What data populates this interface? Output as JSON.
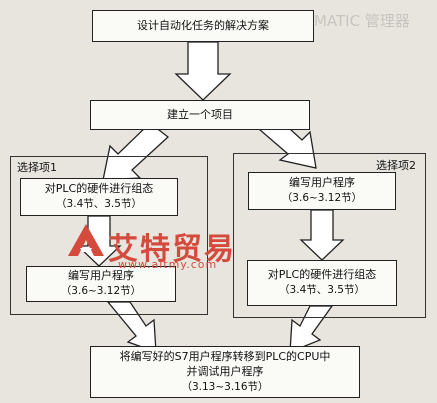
{
  "nodes": {
    "plan": "设计自动化任务的解决方案",
    "project": "建立一个项目",
    "hw1": {
      "line1": "对PLC的硬件进行组态",
      "line2": "（3.4节、3.5节）"
    },
    "prog1": {
      "line1": "编写用户程序",
      "line2": "（3.6~3.12节）"
    },
    "prog2": {
      "line1": "编写用户程序",
      "line2": "（3.6~3.12节）"
    },
    "hw2": {
      "line1": "对PLC的硬件进行组态",
      "line2": "（3.4节、3.5节）"
    },
    "download": {
      "line1": "将编写好的S7用户程序转移到PLC的CPU中",
      "line2": "并调试用户程序",
      "line3": "（3.13~3.16节）"
    }
  },
  "groups": {
    "option1": "选择项1",
    "option2": "选择项2"
  },
  "watermark": {
    "brand": "艾特贸易",
    "url": "www.aitmy.com"
  },
  "background_text": {
    "header": "SIMATIC 管理器"
  },
  "colors": {
    "box_fill": "#fafaf7",
    "border": "#222222",
    "watermark": "#d44a3c",
    "page": "#e8e5df"
  }
}
